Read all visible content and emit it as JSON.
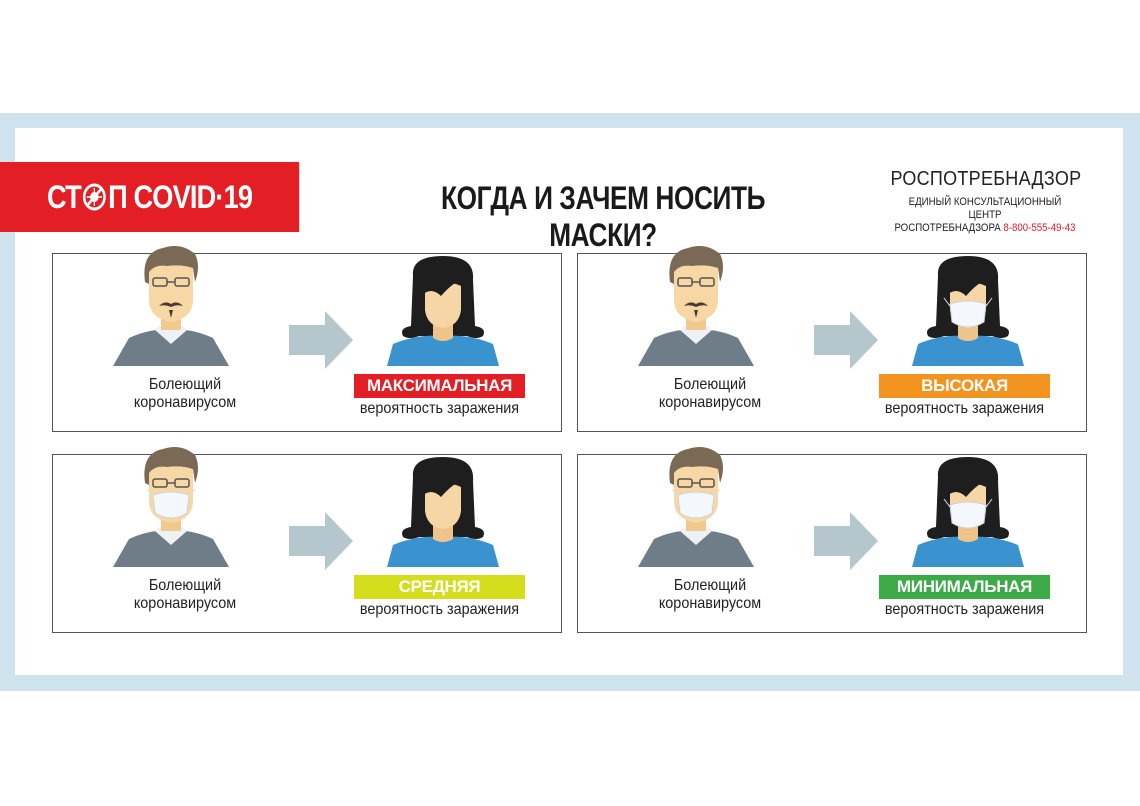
{
  "header": {
    "logo_text": "СТОП COVID-19",
    "banner_parts": {
      "a": "СТ",
      "b": "П COVID·19"
    },
    "title": "КОГДА И ЗАЧЕМ НОСИТЬ МАСКИ?",
    "org_name": "РОСПОТРЕБНАДЗОР",
    "org_line1": "ЕДИНЫЙ КОНСУЛЬТАЦИОННЫЙ ЦЕНТР",
    "org_line2": "РОСПОТРЕБНАДЗОРА",
    "phone": "8-800-555-49-43"
  },
  "panels": [
    {
      "sick_label": "Болеющий коронавирусом",
      "level": "МАКСИМАЛЬНАЯ",
      "level_color": "#e31e24",
      "probability": "вероятность заражения",
      "sick_mask": false,
      "healthy_mask": false
    },
    {
      "sick_label": "Болеющий коронавирусом",
      "level": "ВЫСОКАЯ",
      "level_color": "#f39420",
      "probability": "вероятность заражения",
      "sick_mask": false,
      "healthy_mask": true
    },
    {
      "sick_label": "Болеющий коронавирусом",
      "level": "СРЕДНЯЯ",
      "level_color": "#d4de1c",
      "probability": "вероятность заражения",
      "sick_mask": true,
      "healthy_mask": false
    },
    {
      "sick_label": "Болеющий коронавирусом",
      "level": "МИНИМАЛЬНАЯ",
      "level_color": "#3daa48",
      "probability": "вероятность заражения",
      "sick_mask": true,
      "healthy_mask": true
    }
  ]
}
